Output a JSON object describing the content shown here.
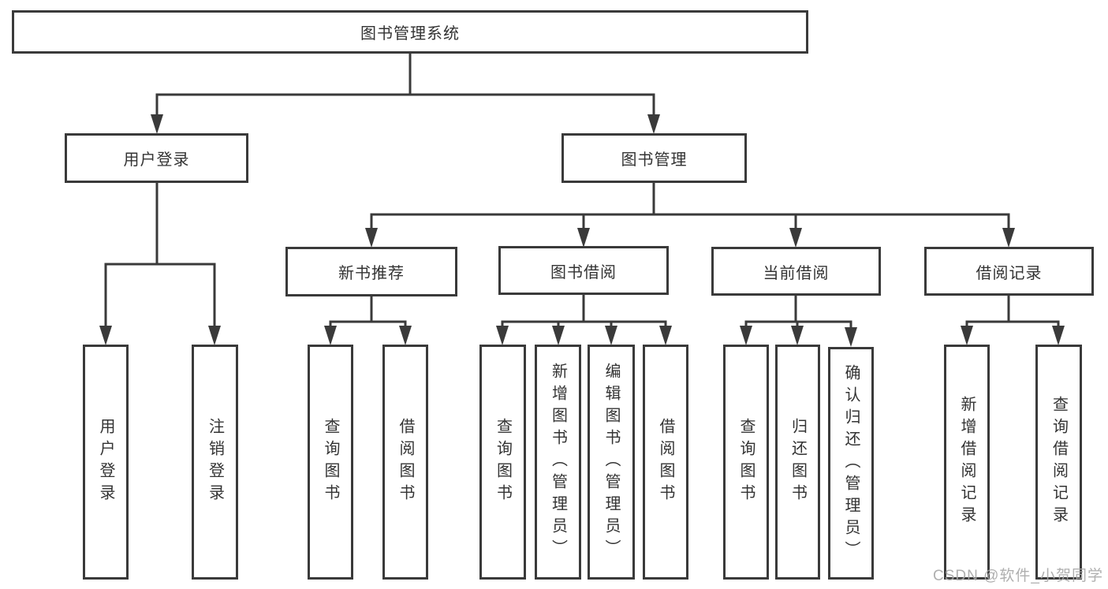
{
  "diagram": {
    "root": "图书管理系统",
    "branches": [
      {
        "label": "用户登录",
        "leaves": [
          "用户登录",
          "注销登录"
        ]
      },
      {
        "label": "图书管理",
        "children": [
          {
            "label": "新书推荐",
            "leaves": [
              "查询图书",
              "借阅图书"
            ]
          },
          {
            "label": "图书借阅",
            "leaves": [
              "查询图书",
              "新增图书（管理员）",
              "编辑图书（管理员）",
              "借阅图书"
            ]
          },
          {
            "label": "当前借阅",
            "leaves": [
              "查询图书",
              "归还图书",
              "确认归还（管理员）"
            ]
          },
          {
            "label": "借阅记录",
            "leaves": [
              "新增借阅记录",
              "查询借阅记录"
            ]
          }
        ]
      }
    ]
  },
  "watermark": "CSDN @软件_小贺同学",
  "colors": {
    "line": "#3a3a3a",
    "box_border": "#3a3a3a",
    "text": "#333333",
    "watermark": "#a9a9a9",
    "background": "#ffffff"
  }
}
